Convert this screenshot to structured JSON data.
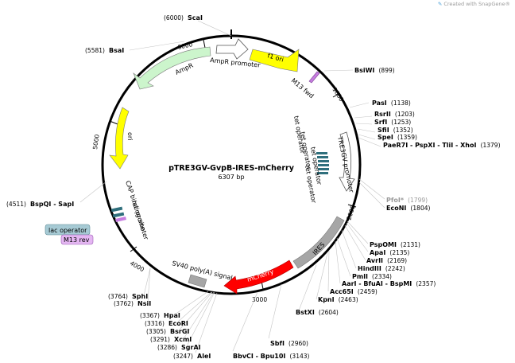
{
  "watermark": "Created with SnapGene®",
  "plasmid": {
    "name": "pTRE3GV-GvpB-IRES-mCherry",
    "length_label": "6307 bp"
  },
  "ticks": [
    "1000",
    "2000",
    "3000",
    "4000",
    "5000",
    "6000"
  ],
  "sites": [
    {
      "name": "ScaI",
      "pos": "(6000)"
    },
    {
      "name": "BsaI",
      "pos": "(5581)"
    },
    {
      "name": "BsiWI",
      "pos": "(899)"
    },
    {
      "name": "PasI",
      "pos": "(1138)"
    },
    {
      "name": "RsrII",
      "pos": "(1203)"
    },
    {
      "name": "SrfI",
      "pos": "(1253)"
    },
    {
      "name": "SfiI",
      "pos": "(1352)"
    },
    {
      "name": "SpeI",
      "pos": "(1359)"
    },
    {
      "name": "PaeR7I - PspXI - TliI - XhoI",
      "pos": "(1379)"
    },
    {
      "name": "PfoI*",
      "pos": "(1799)",
      "dim": true
    },
    {
      "name": "EcoNI",
      "pos": "(1804)"
    },
    {
      "name": "PspOMI",
      "pos": "(2131)"
    },
    {
      "name": "ApaI",
      "pos": "(2135)"
    },
    {
      "name": "AvrII",
      "pos": "(2169)"
    },
    {
      "name": "HindIII",
      "pos": "(2242)"
    },
    {
      "name": "PmlI",
      "pos": "(2334)"
    },
    {
      "name": "AarI - BfuAI - BspMI",
      "pos": "(2357)"
    },
    {
      "name": "Acc65I",
      "pos": "(2459)"
    },
    {
      "name": "KpnI",
      "pos": "(2463)"
    },
    {
      "name": "BstXI",
      "pos": "(2604)"
    },
    {
      "name": "SbfI",
      "pos": "(2960)"
    },
    {
      "name": "BbvCI - Bpu10I",
      "pos": "(3143)"
    },
    {
      "name": "AleI",
      "pos": "(3247)"
    },
    {
      "name": "SgrAI",
      "pos": "(3286)"
    },
    {
      "name": "XcmI",
      "pos": "(3291)"
    },
    {
      "name": "BsrGI",
      "pos": "(3305)"
    },
    {
      "name": "EcoRI",
      "pos": "(3316)"
    },
    {
      "name": "HpaI",
      "pos": "(3367)"
    },
    {
      "name": "NsiI",
      "pos": "(3762)"
    },
    {
      "name": "SphI",
      "pos": "(3764)"
    },
    {
      "name": "BspQI - SapI",
      "pos": "(4511)"
    }
  ],
  "features": {
    "f1_ori": "f1 ori",
    "m13_fwd": "M13 fwd",
    "ampr_promoter": "AmpR promoter",
    "ampr": "AmpR",
    "ori": "ori",
    "tre3gv_promoter": "TRE3GV promoter",
    "tet_operator": "tet operator",
    "ires": "IRES",
    "mcherry": "mCherry",
    "sv40": "SV40 poly(A) signal",
    "cap": "CAP binding site",
    "lac_promoter": "lac promoter",
    "lac_operator": "lac operator",
    "m13_rev": "M13 rev"
  },
  "colors": {
    "f1_ori": "#ffff00",
    "ampr": "#ccf5cc",
    "ori": "#ffff00",
    "ires": "#a6a6a6",
    "mcherry": "#ff0000",
    "sv40": "#a6a6a6",
    "tet_operator": "#2f6f7c",
    "lac_operator": "#a6cad4",
    "m13": "#c77ee0"
  }
}
